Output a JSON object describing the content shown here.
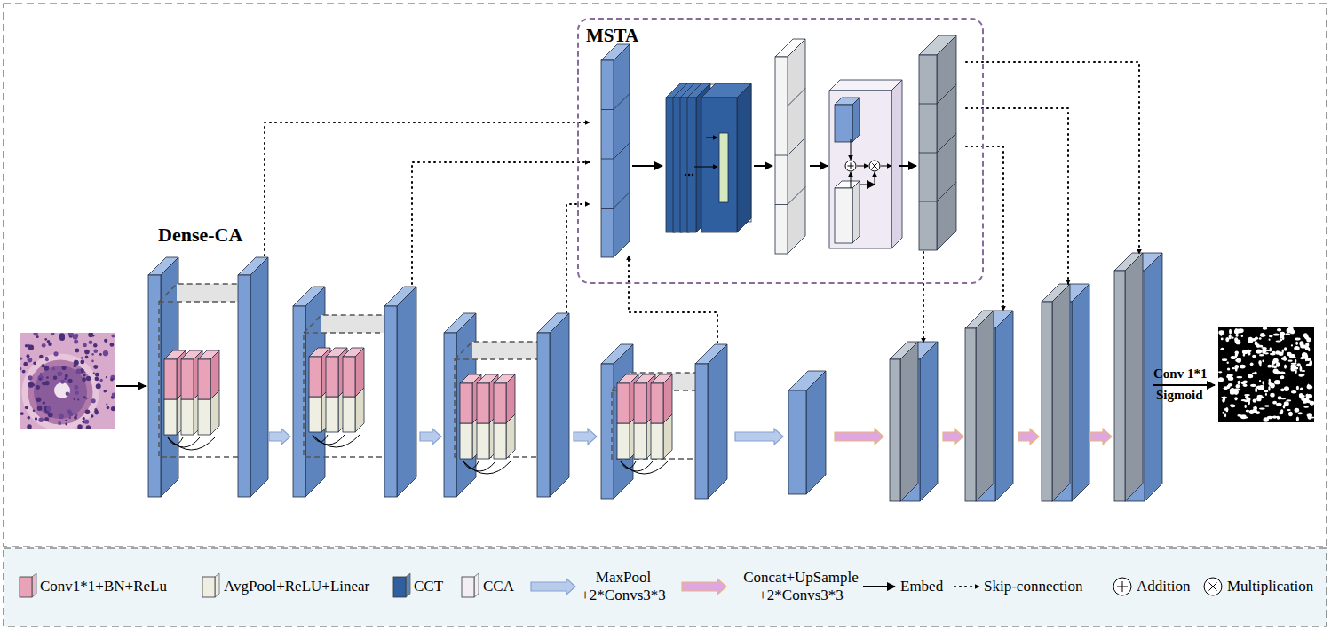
{
  "diagram": {
    "nodes": [
      {
        "text": [
          "MSTA"
        ]
      }
    ],
    "labels": [
      "Dense-CA",
      "Conv 1*1",
      "Sigmoid"
    ],
    "legend": [
      {
        "text": "Conv1*1+BN+ReLu",
        "color": "#e8a3b8"
      },
      {
        "text": "AvgPool+ReLU+Linear",
        "color": "#efeee3"
      },
      {
        "text": "CCT",
        "color": "#2f5f9e"
      },
      {
        "text": "CCA",
        "color": "#f3eef6"
      },
      {
        "text": "MaxPool +2*Convs3*3"
      },
      {
        "text": "Concat+UpSample +2*Convs3*3"
      },
      {
        "text": "Embed"
      },
      {
        "text": "Skip-connection"
      },
      {
        "text": "Addition"
      },
      {
        "text": "Multiplication"
      }
    ]
  }
}
